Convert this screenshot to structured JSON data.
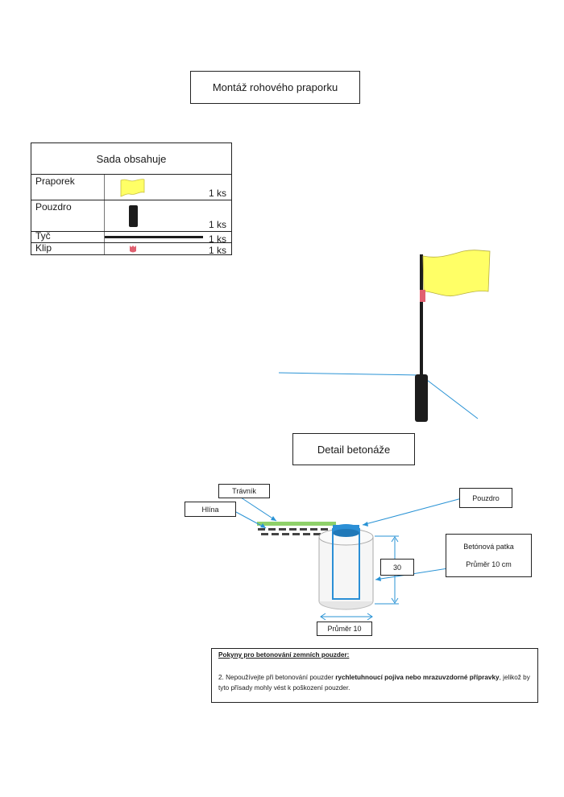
{
  "title": "Montáž rohového praporku",
  "kit": {
    "heading": "Sada obsahuje",
    "items": [
      {
        "name": "Praporek",
        "qty": "1 ks",
        "icon": "yellow-flag-icon"
      },
      {
        "name": "Pouzdro",
        "qty": "1 ks",
        "icon": "black-sleeve-icon"
      },
      {
        "name": "Tyč",
        "qty": "1 ks",
        "icon": "pole-icon"
      },
      {
        "name": "Klip",
        "qty": "1 ks",
        "icon": "red-clip-icon"
      }
    ]
  },
  "detail_title": "Detail betonáže",
  "detail": {
    "label_grass": "Trávník",
    "label_soil": "Hlína",
    "label_sleeve": "Pouzdro",
    "label_footing": "Betónová patka",
    "label_footing_diameter": "Průměr 10 cm",
    "label_depth": "30",
    "label_diameter": "Průměr 10"
  },
  "instructions": {
    "heading": "Pokyny pro betonování zemních pouzder:",
    "text_before": "2. Nepoužívejte při betonování pouzder ",
    "text_bold": "rychletuhnoucí pojiva nebo mrazuvzdorné přípravky",
    "text_after": ", jelikož by tyto přísady mohly vést k poškození pouzder."
  },
  "colors": {
    "flag_yellow": "#ffff66",
    "clip_red": "#e06070",
    "sleeve_blue": "#2b8fd6",
    "guide_blue": "#2a93d5",
    "grass_green": "#8fd16a"
  }
}
